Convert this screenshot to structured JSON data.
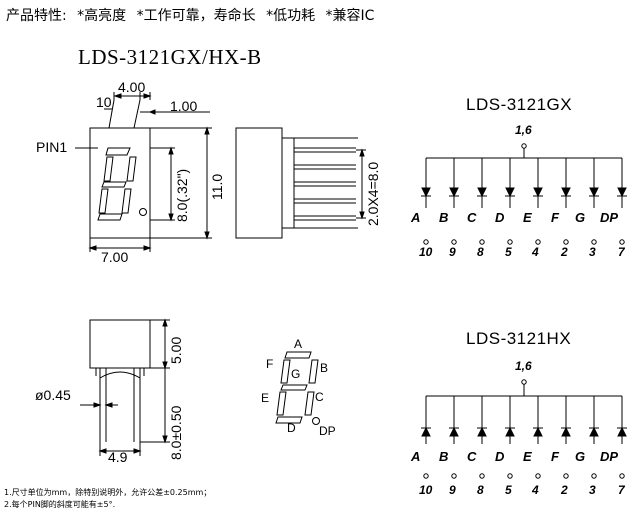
{
  "header": {
    "features": [
      "产品特性:",
      "*高亮度",
      "*工作可靠，寿命长",
      "*低功耗",
      "*兼容IC"
    ],
    "model": "LDS-3121GX/HX-B"
  },
  "front_view": {
    "dim_10": "10",
    "dim_4_00": "4.00",
    "dim_1_00": "1.00",
    "pin1": "PIN1",
    "dim_8_0": "8.0(.32\")",
    "dim_11_0": "11.0",
    "dim_7_00": "7.00"
  },
  "side_view": {
    "dim_pitch": "2.0X4=8.0"
  },
  "bottom_view": {
    "dim_5_00": "5.00",
    "dim_0_45": "ø0.45",
    "dim_8_0_pm": "8.0±0.50",
    "dim_4_9": "4.9"
  },
  "segment_diagram": {
    "labels": [
      "A",
      "B",
      "C",
      "D",
      "E",
      "F",
      "G",
      "DP"
    ]
  },
  "schematic_gx": {
    "title": "LDS-3121GX",
    "common": "1,6",
    "segments": [
      "A",
      "B",
      "C",
      "D",
      "E",
      "F",
      "G",
      "DP"
    ],
    "pins": [
      "10",
      "9",
      "8",
      "5",
      "4",
      "2",
      "3",
      "7"
    ]
  },
  "schematic_hx": {
    "title": "LDS-3121HX",
    "common": "1,6",
    "segments": [
      "A",
      "B",
      "C",
      "D",
      "E",
      "F",
      "G",
      "DP"
    ],
    "pins": [
      "10",
      "9",
      "8",
      "5",
      "4",
      "2",
      "3",
      "7"
    ]
  },
  "notes": [
    "1.尺寸单位为mm，除特别说明外，允许公差±0.25mm；",
    "2.每个PIN脚的斜度可能有±5°."
  ]
}
